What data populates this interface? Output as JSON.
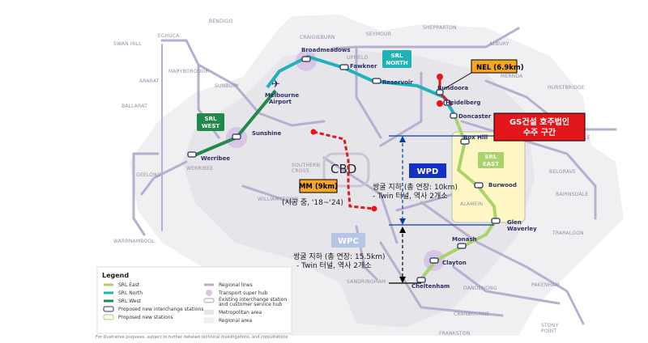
{
  "places": {
    "bendigo": "BENDIGO",
    "echuca": "ECHUCA",
    "swan_hill": "SWAN HILL",
    "craigieburn": "CRAIGIEBURN",
    "seymour": "SEYMOUR",
    "shepparton": "SHEPPARTON",
    "albury": "ALBURY",
    "maryborough": "MARYBOROUGH",
    "ararat": "ARARAT",
    "ballarat": "BALLARAT",
    "sunbury": "SUNBURY",
    "upfield": "UPFIELD",
    "mernda": "MERNDA",
    "hurstbridge": "HURSTBRIDGE",
    "lilydale": "LILYDALE",
    "belgrave": "BELGRAVE",
    "bairnsdale": "BAIRNSDALE",
    "traralgon": "TRARALGON",
    "pakenham": "PAKENHAM",
    "cranbourne": "CRANBOURNE",
    "frankston": "FRANKSTON",
    "stony_point": "STONY\nPOINT",
    "sandringham": "SANDRINGHAM",
    "williamstown": "WILLIAMSTOWN",
    "werribee_line": "WERRIBEE",
    "southern_cross": "SOUTHERN\nCROSS",
    "geelong": "GEELONG",
    "warrnambool": "WARRNAMBOOL",
    "alamein": "ALAMEIN",
    "dandenong": "DANDENONG"
  },
  "stations": {
    "broadmeadows": "Broadmeadows",
    "fawkner": "Fawkner",
    "reservoir": "Reservoir",
    "bundoora": "Bundoora",
    "heidelberg": "Heidelberg",
    "doncaster": "Doncaster",
    "box_hill": "Box Hill",
    "burwood": "Burwood",
    "glen_waverley": "Glen\nWaverley",
    "monash": "Monash",
    "clayton": "Clayton",
    "cheltenham": "Cheltenham",
    "melbourne_airport": "Melbourne\nAirport",
    "sunshine": "Sunshine",
    "werribee": "Werribee"
  },
  "badges": {
    "srl_north": "SRL\nNORTH",
    "srl_west": "SRL\nWEST",
    "srl_east": "SRL\nEAST"
  },
  "map_labels": {
    "cbd": "CBD"
  },
  "callouts": {
    "nel": "NEL (6.9km)",
    "gs": "GS건설 호주법인\n수주 구간",
    "wpd": "WPD",
    "mm": "MM (9km)",
    "mm_note": "(시공 중, '18~'24)",
    "wpd_note_1": "쌍굴 지하 (총 연장: 10km)",
    "wpd_note_2": "- Twin 터널, 역사 2개소",
    "wpc": "WPC",
    "wpc_note_1": "쌍굴 지하 (총 연장: 15.5km)",
    "wpc_note_2": "- Twin 터널, 역사 2개소"
  },
  "legend": {
    "title": "Legend",
    "items_left": [
      "SRL East",
      "SRL North",
      "SRL West",
      "Proposed new interchange stations",
      "Proposed new stations"
    ],
    "items_right": [
      "Regional lines",
      "Transport super hub",
      "Existing interchange station\nand customer service hub",
      "Metropolitan area",
      "Regional area"
    ]
  },
  "footnote": "For illustrative purposes, subject to further detailed technical investigations, and consultations",
  "colors": {
    "srl_east": "#a9d26a",
    "srl_north": "#1fb3b7",
    "srl_west": "#1f8a4a",
    "rail": "#b7aed0",
    "region_bg": "#f0f0f2",
    "hub": "#d9c5e6",
    "nel": "#e2161b",
    "mm": "#e2161b",
    "dim_line": "#0a3aa6",
    "wpd_box": "#1530c4",
    "wpc_box": "#b7c6e6",
    "mm_box": "#f5a623",
    "gs_box": "#e2161b",
    "east_zone": "#fff6c6"
  }
}
